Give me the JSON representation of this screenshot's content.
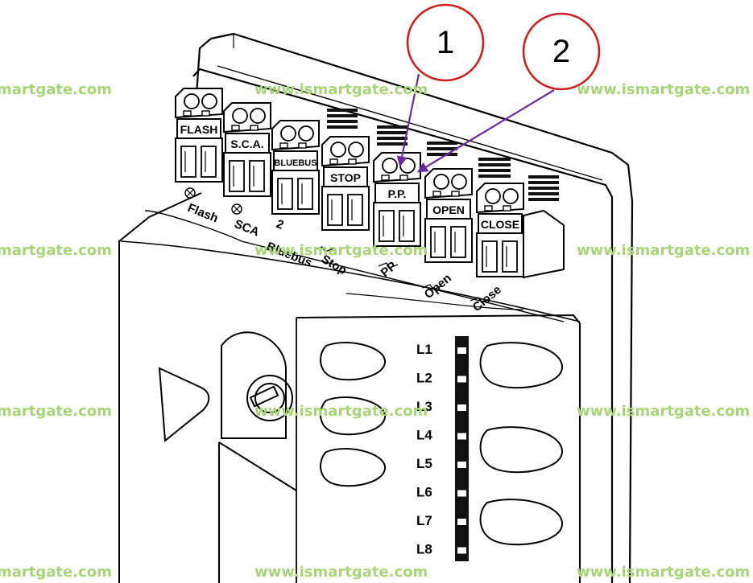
{
  "diagram": {
    "terminals": [
      {
        "label": "FLASH",
        "caption": "Flash"
      },
      {
        "label": "S.C.A.",
        "caption": "SCA"
      },
      {
        "label": "BLUEBUS",
        "caption": "Bluebus",
        "caption_prefix": "2"
      },
      {
        "label": "STOP",
        "caption": "Stop"
      },
      {
        "label": "P.P.",
        "caption": "PP"
      },
      {
        "label": "OPEN",
        "caption": "Open"
      },
      {
        "label": "CLOSE",
        "caption": "Close"
      }
    ],
    "callouts": [
      {
        "number": "1"
      },
      {
        "number": "2"
      }
    ],
    "leds": [
      "L1",
      "L2",
      "L3",
      "L4",
      "L5",
      "L6",
      "L7",
      "L8"
    ],
    "callout_color": "#cc1f1f",
    "arrow_color": "#6a2a9c"
  },
  "watermark": {
    "text": "www.ismartgate.com",
    "partial_text": "martgate.com",
    "color": "#a6d57a"
  }
}
